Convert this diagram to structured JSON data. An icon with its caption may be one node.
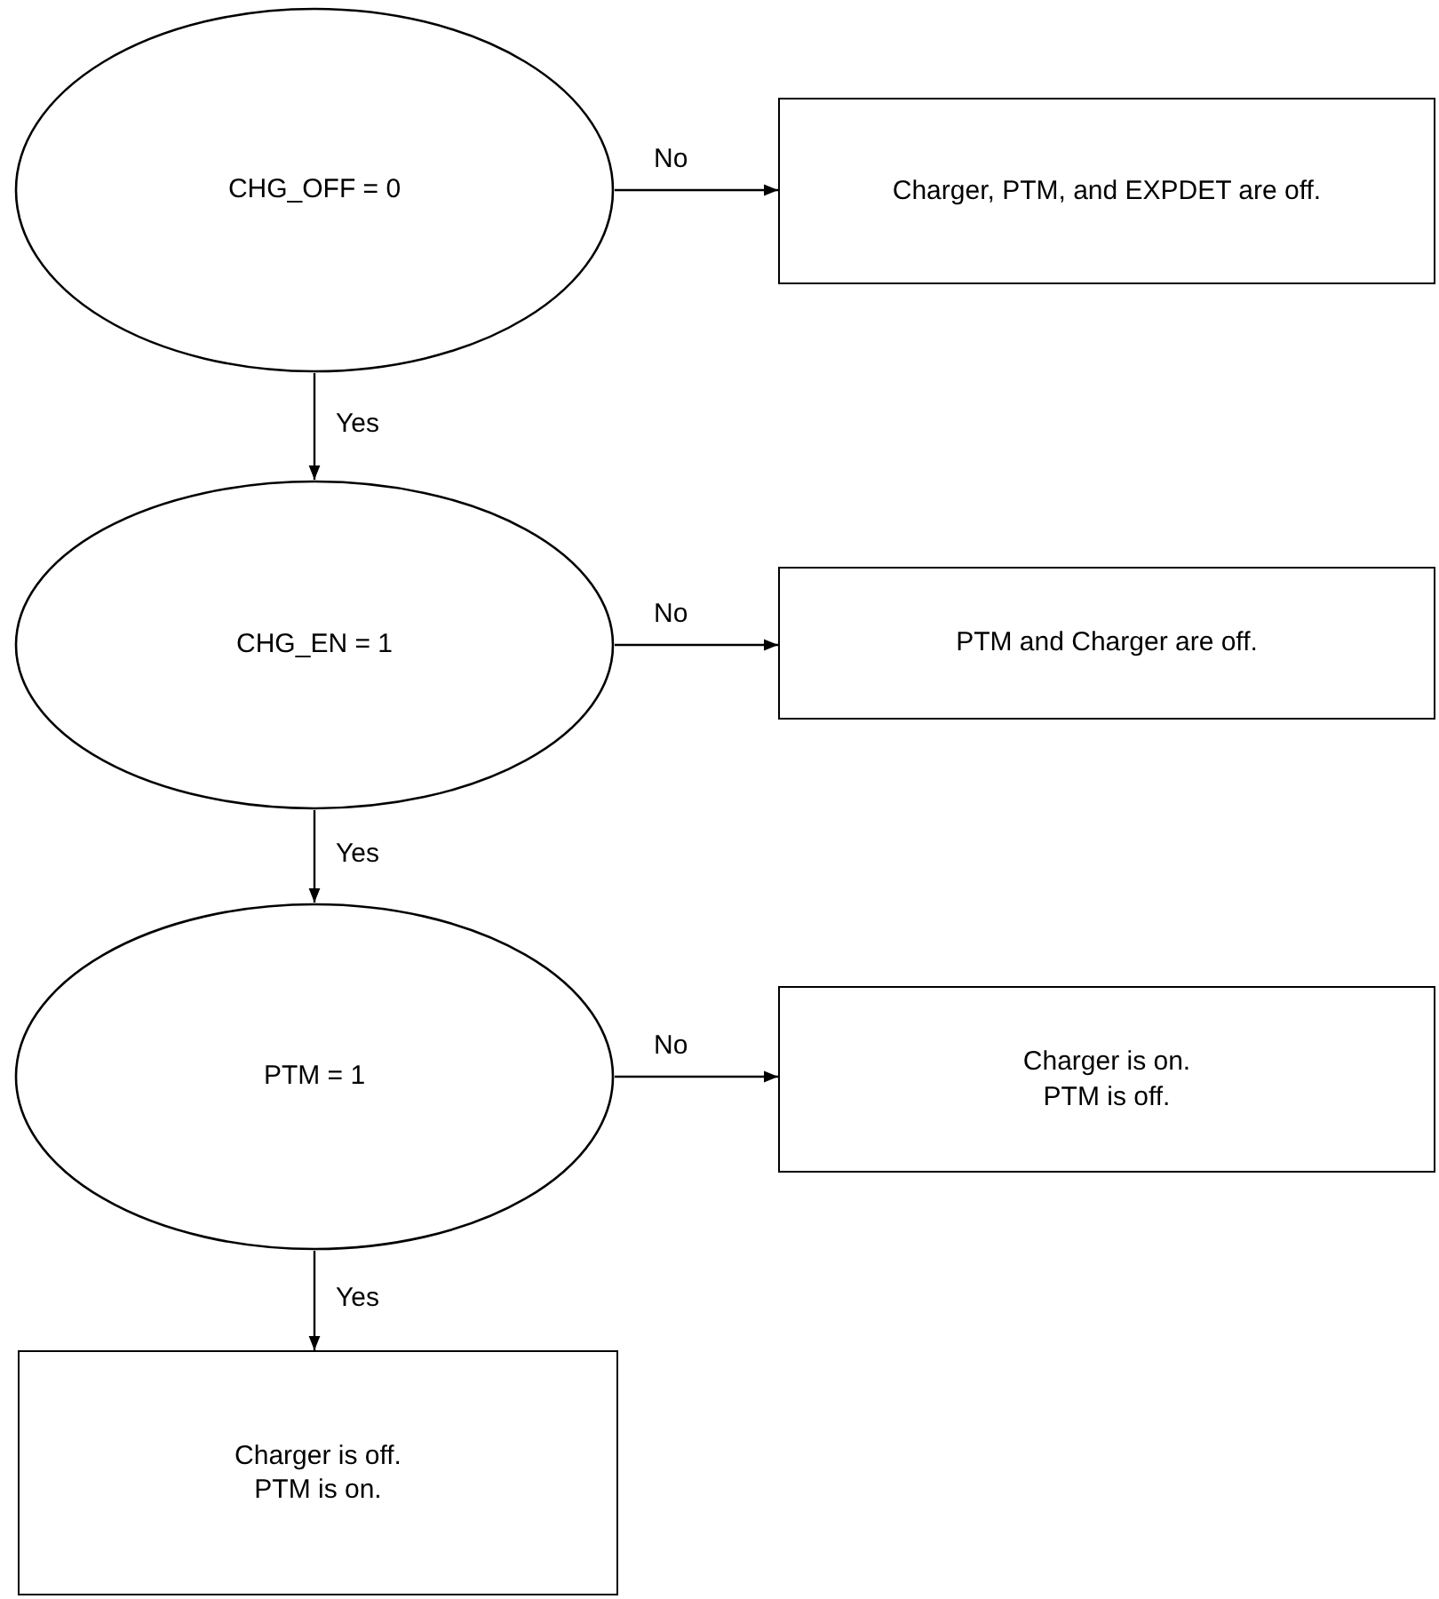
{
  "diagram": {
    "nodes": [
      {
        "text": [
          "CHG_OFF = 0"
        ]
      },
      {
        "text": [
          "Charger, PTM, and EXPDET are off."
        ]
      },
      {
        "text": [
          "CHG_EN = 1"
        ]
      },
      {
        "text": [
          "PTM and Charger are off."
        ]
      },
      {
        "text": [
          "PTM = 1"
        ]
      },
      {
        "text": [
          "Charger is on. PTM is off."
        ]
      },
      {
        "text": [
          "Charger is off. PTM is on."
        ]
      }
    ],
    "edges": [
      {
        "from": 0,
        "to": 1,
        "arrow": "to",
        "label": "No"
      },
      {
        "from": 0,
        "to": 2,
        "arrow": "to",
        "label": "Yes"
      },
      {
        "from": 2,
        "to": 3,
        "arrow": "to",
        "label": "No"
      },
      {
        "from": 2,
        "to": 4,
        "arrow": "to",
        "label": "Yes"
      },
      {
        "from": 4,
        "to": 5,
        "arrow": "to",
        "label": "No"
      },
      {
        "from": 4,
        "to": 6,
        "arrow": "to",
        "label": "Yes"
      }
    ]
  }
}
